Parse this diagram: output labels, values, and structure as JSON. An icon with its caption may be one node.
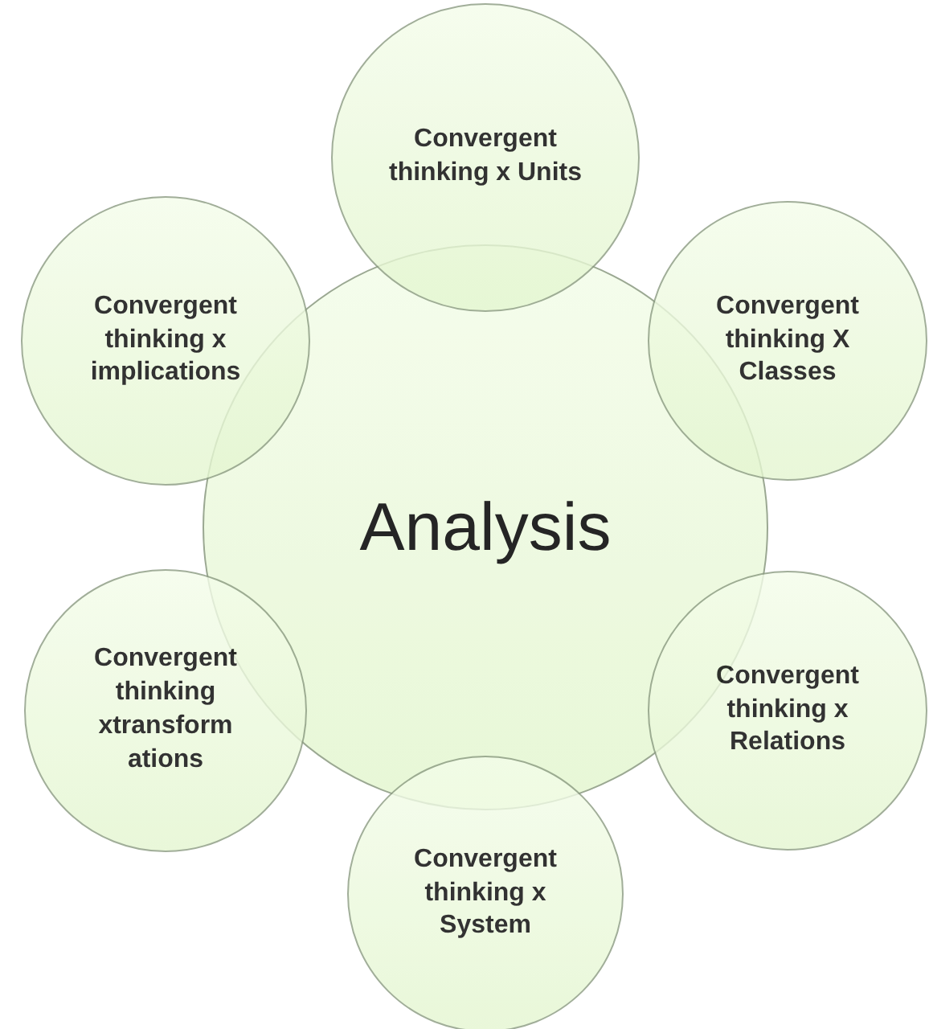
{
  "diagram": {
    "nodes": [
      {
        "text": [
          "Convergent thinking x Units"
        ]
      },
      {
        "text": [
          "Convergent thinking x implications"
        ]
      },
      {
        "text": [
          "Convergent thinking X Classes"
        ]
      },
      {
        "text": [
          "Analysis"
        ]
      },
      {
        "text": [
          "Convergent thinking xtransform ations"
        ]
      },
      {
        "text": [
          "Convergent thinking x Relations"
        ]
      },
      {
        "text": [
          "Convergent thinking x System"
        ]
      }
    ]
  }
}
